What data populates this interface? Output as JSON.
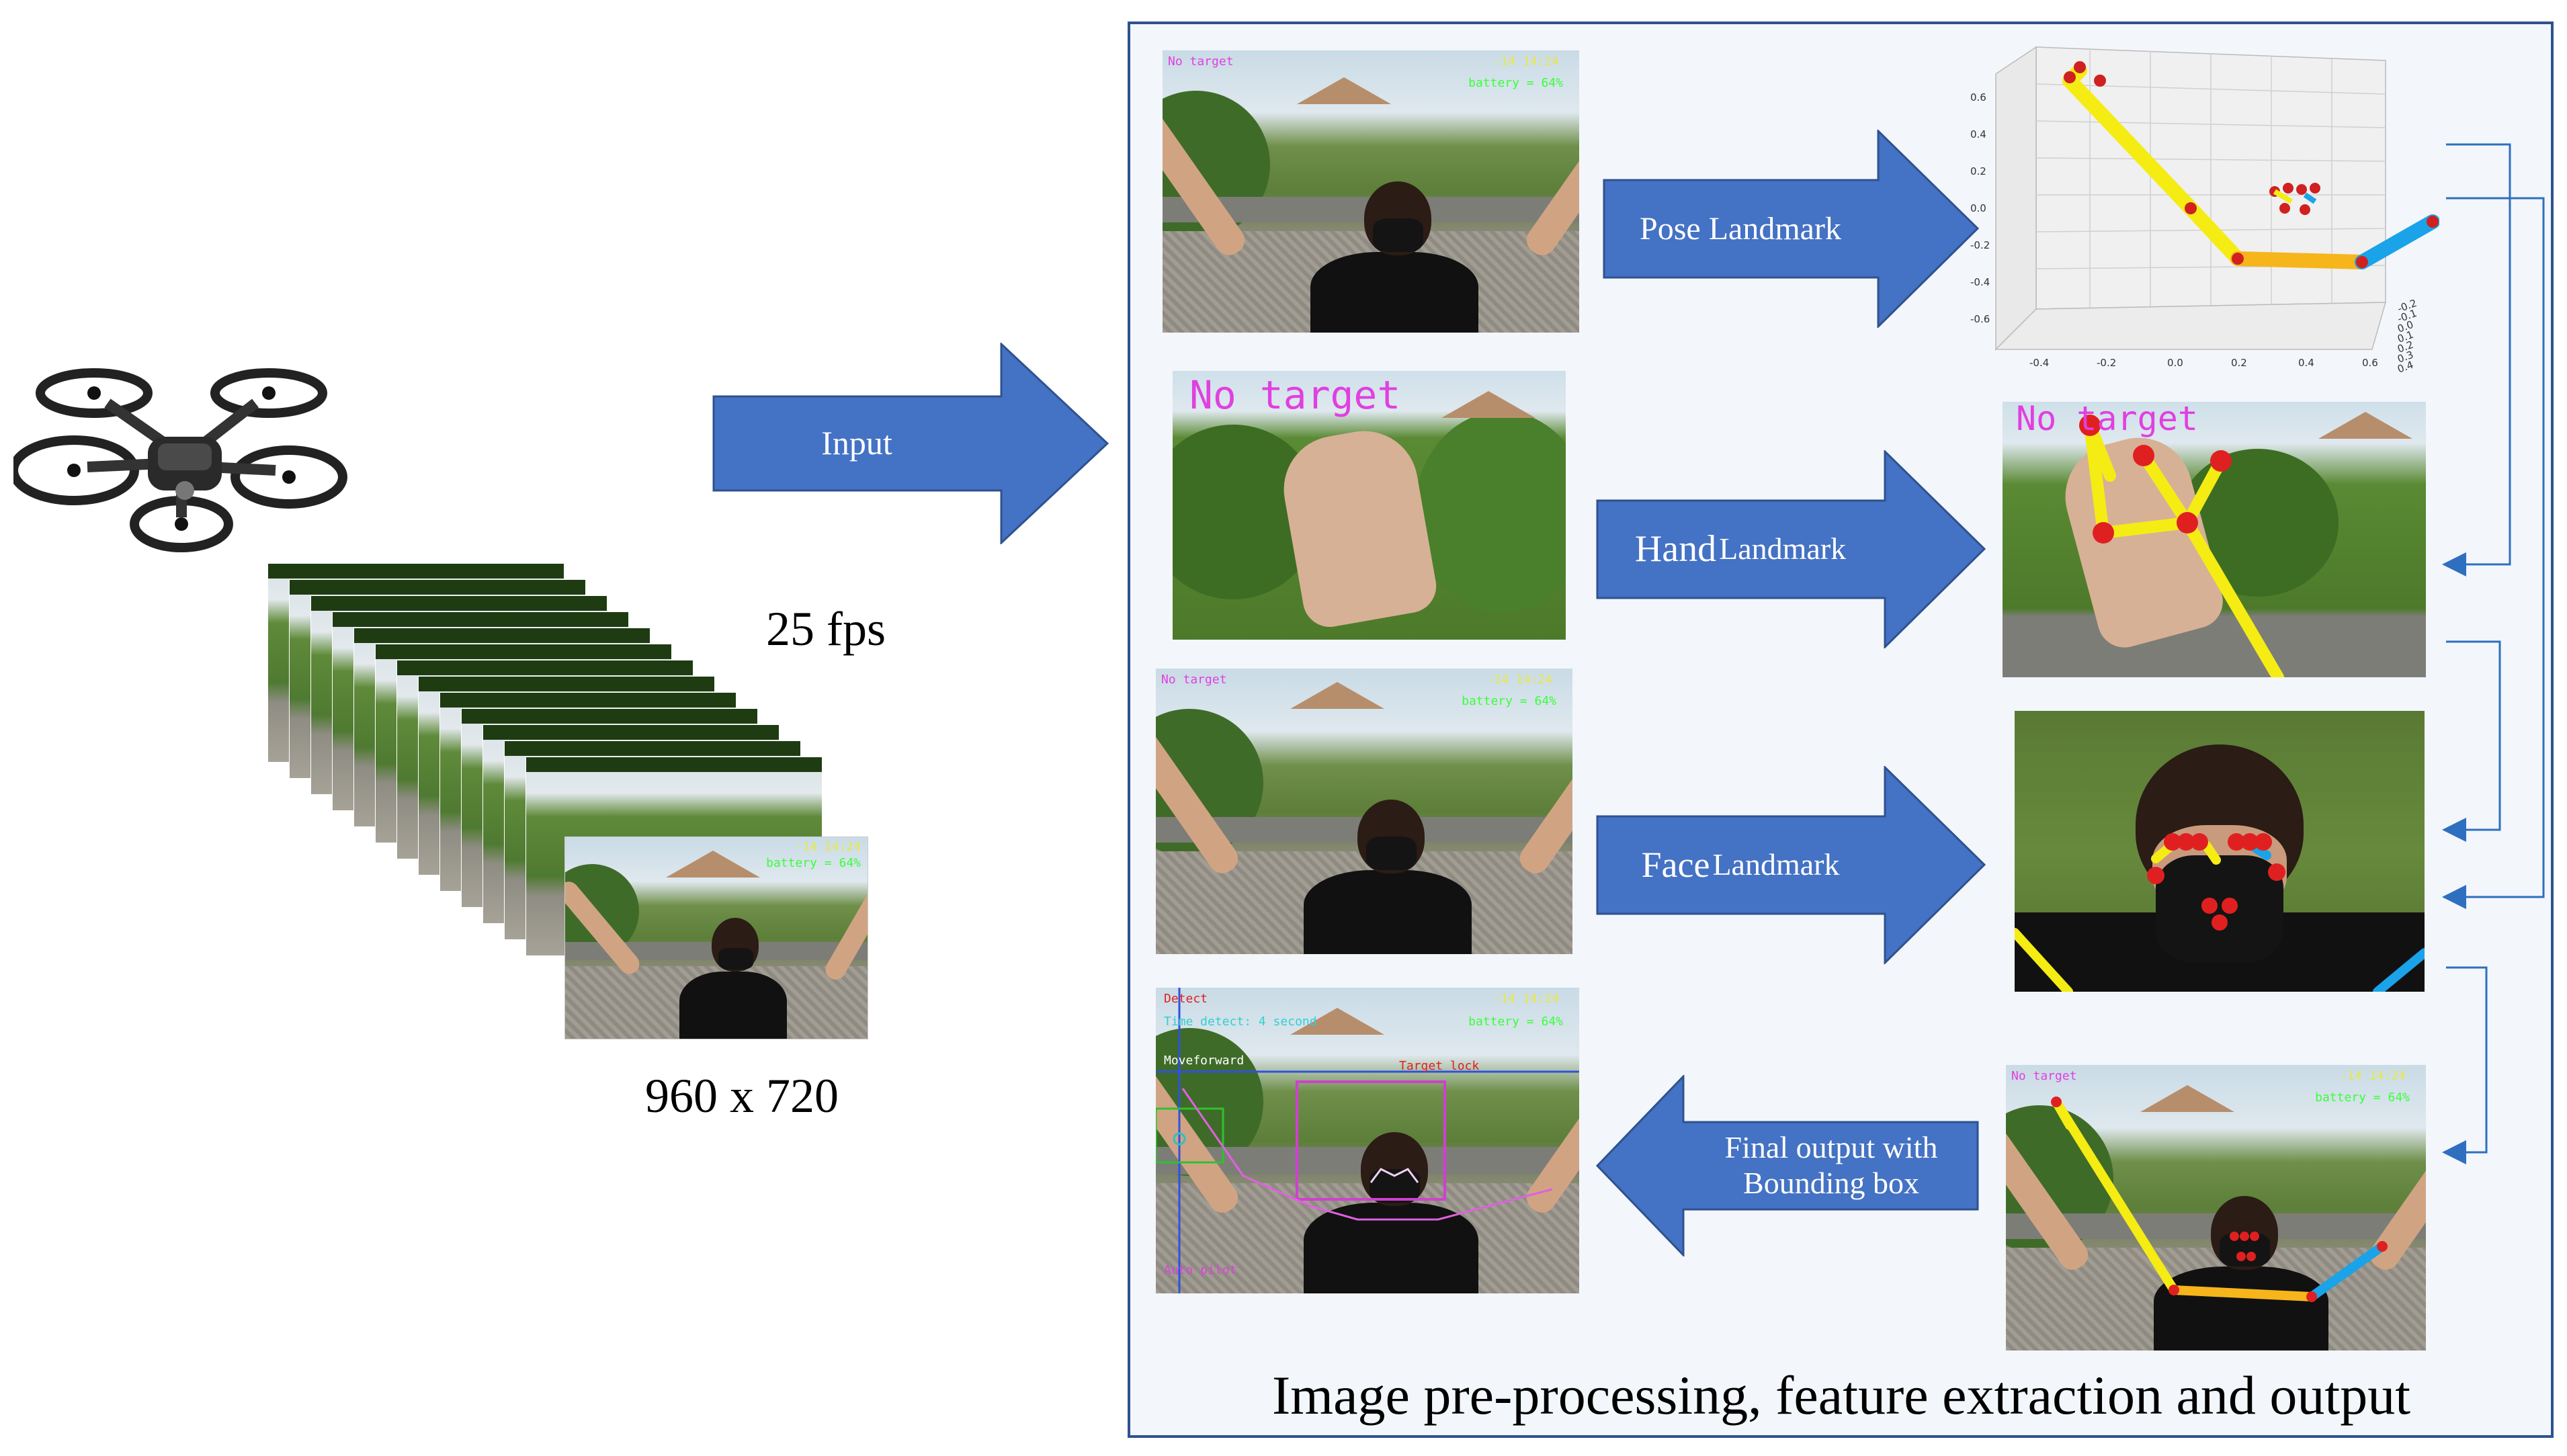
{
  "left": {
    "fps_label": "25 fps",
    "resolution_label": "960 x 720",
    "input_arrow_label": "Input"
  },
  "frame_overlay": {
    "no_target": "No target",
    "time_text": "-14 14:24",
    "battery_text": "battery = 64%",
    "detect_text": "Detect",
    "time_detect_text": "Time detect: 4 second",
    "moveforward_text": "Moveforward",
    "target_lock_text": "Target lock",
    "auto_pilot_text": "Auto pilot"
  },
  "panel": {
    "caption": "Image pre-processing, feature extraction and output",
    "pose_label": "Pose Landmark",
    "hand_label_big": "Hand",
    "hand_label_small": "Landmark",
    "face_label_big": "Face",
    "face_label_small": "Landmark",
    "final_label": "Final output with Bounding box"
  },
  "plot3d": {
    "y_ticks": [
      "0.6",
      "0.4",
      "0.2",
      "0.0",
      "-0.2",
      "-0.4",
      "-0.6"
    ],
    "x_ticks": [
      "-0.4",
      "-0.2",
      "0.0",
      "0.2",
      "0.4",
      "0.6"
    ],
    "z_ticks": [
      "-0.2",
      "-0.1",
      "0.0",
      "0.1",
      "0.2",
      "0.3",
      "0.4"
    ]
  },
  "colors": {
    "arrow_fill": "#4472c4",
    "arrow_stroke": "#2f528f",
    "panel_border": "#2f528f",
    "panel_bg": "#f3f6fb",
    "pose_yellow": "#f5ec14",
    "pose_orange": "#f7b51c",
    "pose_blue": "#1aa3e8",
    "landmark_red": "#e02020",
    "overlay_magenta": "#e040e0",
    "overlay_green": "#39ff39",
    "connector_blue": "#2f6fbf"
  }
}
